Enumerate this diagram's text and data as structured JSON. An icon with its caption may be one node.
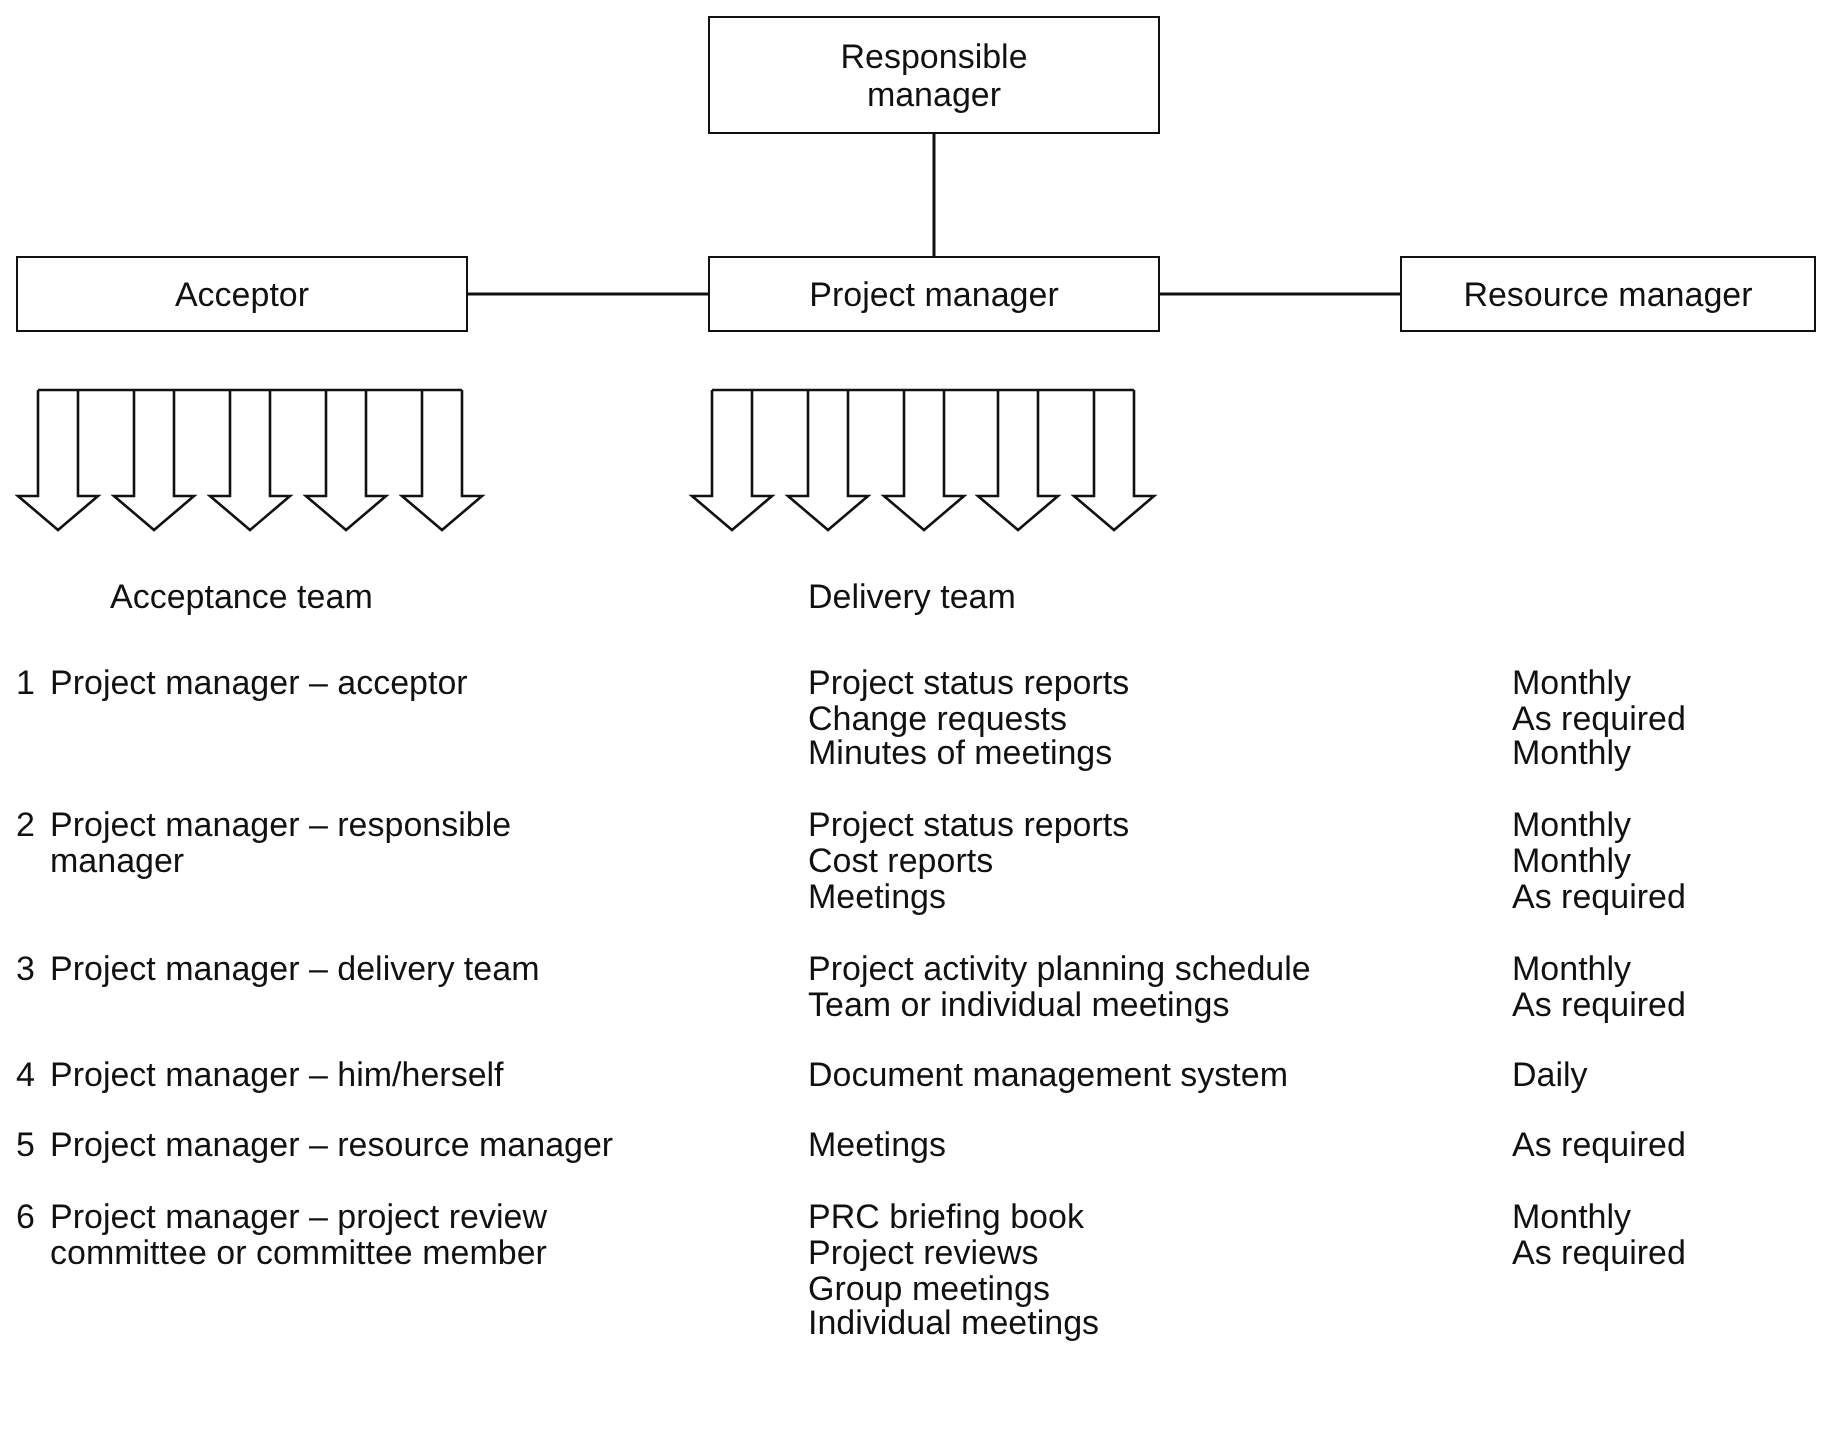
{
  "diagram": {
    "nodes": [
      {
        "text": [
          "Responsible manager"
        ]
      },
      {
        "text": [
          "Acceptor"
        ]
      },
      {
        "text": [
          "Project manager"
        ]
      },
      {
        "text": [
          "Resource manager"
        ]
      }
    ],
    "edges": [
      {
        "from": 0,
        "to": 2,
        "arrow": "none"
      },
      {
        "from": 1,
        "to": 2,
        "arrow": "none"
      },
      {
        "from": 2,
        "to": 3,
        "arrow": "none"
      }
    ],
    "labels": [
      "Acceptance team",
      "Delivery team",
      "1",
      "Project manager – acceptor",
      "Project status reports",
      "Monthly",
      "Change requests",
      "As required",
      "Minutes of meetings",
      "Monthly",
      "2",
      "Project manager – responsible manager",
      "Project status reports",
      "Monthly",
      "Cost reports",
      "Monthly",
      "Meetings",
      "As required",
      "3",
      "Project manager – delivery team",
      "Project activity planning schedule",
      "Monthly",
      "Team or individual meetings",
      "As required",
      "4",
      "Project manager – him/herself",
      "Document management system",
      "Daily",
      "5",
      "Project manager – resource manager",
      "Meetings",
      "As required",
      "6",
      "Project manager – project review committee or committee member",
      "PRC briefing book",
      "Monthly",
      "Project reviews",
      "As required",
      "Group meetings",
      "Individual meetings"
    ]
  }
}
